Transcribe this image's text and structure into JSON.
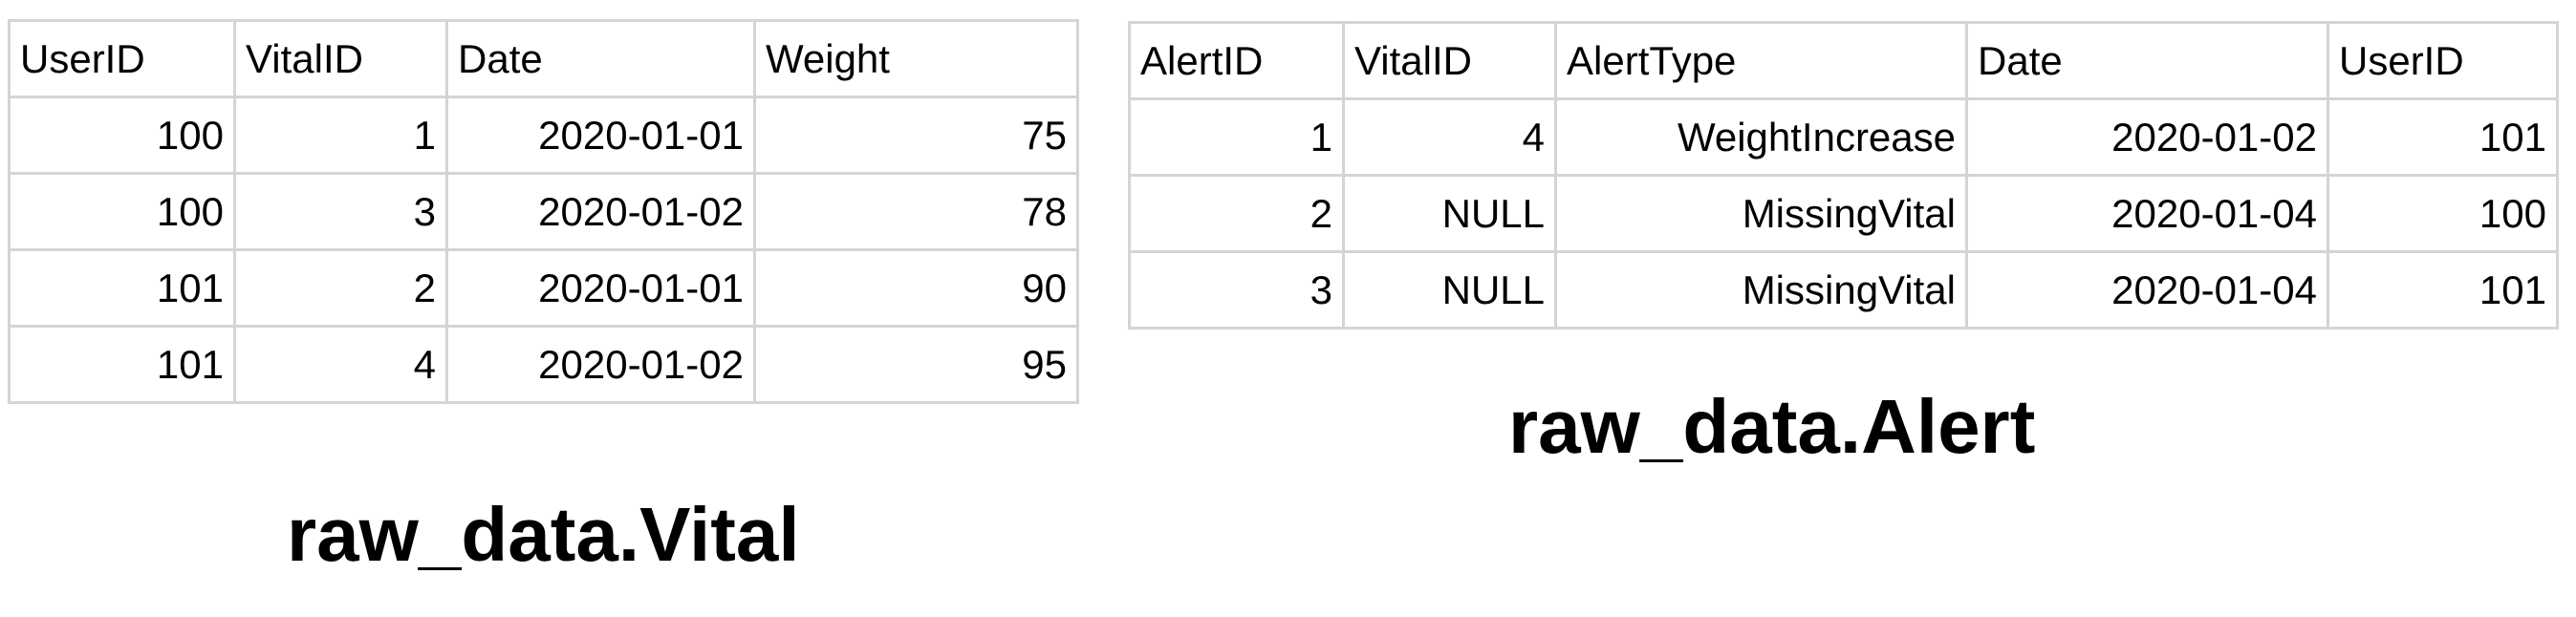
{
  "vital": {
    "caption": "raw_data.Vital",
    "headers": [
      "UserID",
      "VitalID",
      "Date",
      "Weight"
    ],
    "rows": [
      [
        "100",
        "1",
        "2020-01-01",
        "75"
      ],
      [
        "100",
        "3",
        "2020-01-02",
        "78"
      ],
      [
        "101",
        "2",
        "2020-01-01",
        "90"
      ],
      [
        "101",
        "4",
        "2020-01-02",
        "95"
      ]
    ]
  },
  "alert": {
    "caption": "raw_data.Alert",
    "headers": [
      "AlertID",
      "VitalID",
      "AlertType",
      "Date",
      "UserID"
    ],
    "rows": [
      [
        "1",
        "4",
        "WeightIncrease",
        "2020-01-02",
        "101"
      ],
      [
        "2",
        "NULL",
        "MissingVital",
        "2020-01-04",
        "100"
      ],
      [
        "3",
        "NULL",
        "MissingVital",
        "2020-01-04",
        "101"
      ]
    ]
  },
  "colors": {
    "text": "#000000",
    "grid": "#d4d4d4",
    "background": "#ffffff"
  }
}
